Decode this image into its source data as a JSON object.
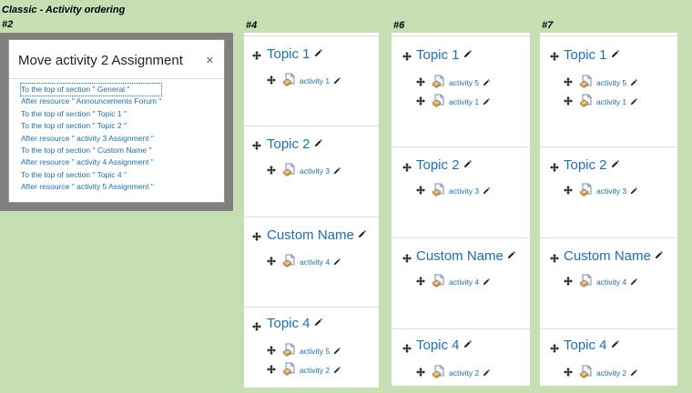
{
  "header": {
    "title": "Classic - Activity ordering"
  },
  "panels": {
    "p2": {
      "label": "#2"
    },
    "p4": {
      "label": "#4"
    },
    "p6": {
      "label": "#6"
    },
    "p7": {
      "label": "#7"
    }
  },
  "modal": {
    "title": "Move activity 2 Assignment",
    "close": "×",
    "items": [
      "To the top of section \" General \"",
      "After resource \" Announcements Forum \"",
      "To the top of section \" Topic 1 \"",
      "To the top of section \" Topic 2 \"",
      "After resource \" activity 3 Assignment \"",
      "To the top of section \" Custom Name \"",
      "After resource \" activity 4 Assignment \"",
      "To the top of section \" Topic 4 \"",
      "After resource \" activity 5 Assignment \""
    ]
  },
  "col4": {
    "s1": {
      "title": "Topic 1",
      "a1": "activity 1"
    },
    "s2": {
      "title": "Topic 2",
      "a1": "activity 3"
    },
    "s3": {
      "title": "Custom Name",
      "a1": "activity 4"
    },
    "s4": {
      "title": "Topic 4",
      "a1": "activity 5",
      "a2": "activity 2"
    }
  },
  "col6": {
    "s1": {
      "title": "Topic 1",
      "a1": "activity 5",
      "a2": "activity 1"
    },
    "s2": {
      "title": "Topic 2",
      "a1": "activity 3"
    },
    "s3": {
      "title": "Custom Name",
      "a1": "activity 4"
    },
    "s4": {
      "title": "Topic 4",
      "a1": "activity 2"
    }
  },
  "col7": {
    "s1": {
      "title": "Topic 1",
      "a1": "activity 5",
      "a2": "activity 1"
    },
    "s2": {
      "title": "Topic 2",
      "a1": "activity 3"
    },
    "s3": {
      "title": "Custom Name",
      "a1": "activity 4"
    },
    "s4": {
      "title": "Topic 4",
      "a1": "activity 2"
    }
  },
  "icons": {
    "move": "move-icon",
    "edit": "pencil-icon",
    "assignment": "assignment-icon"
  }
}
